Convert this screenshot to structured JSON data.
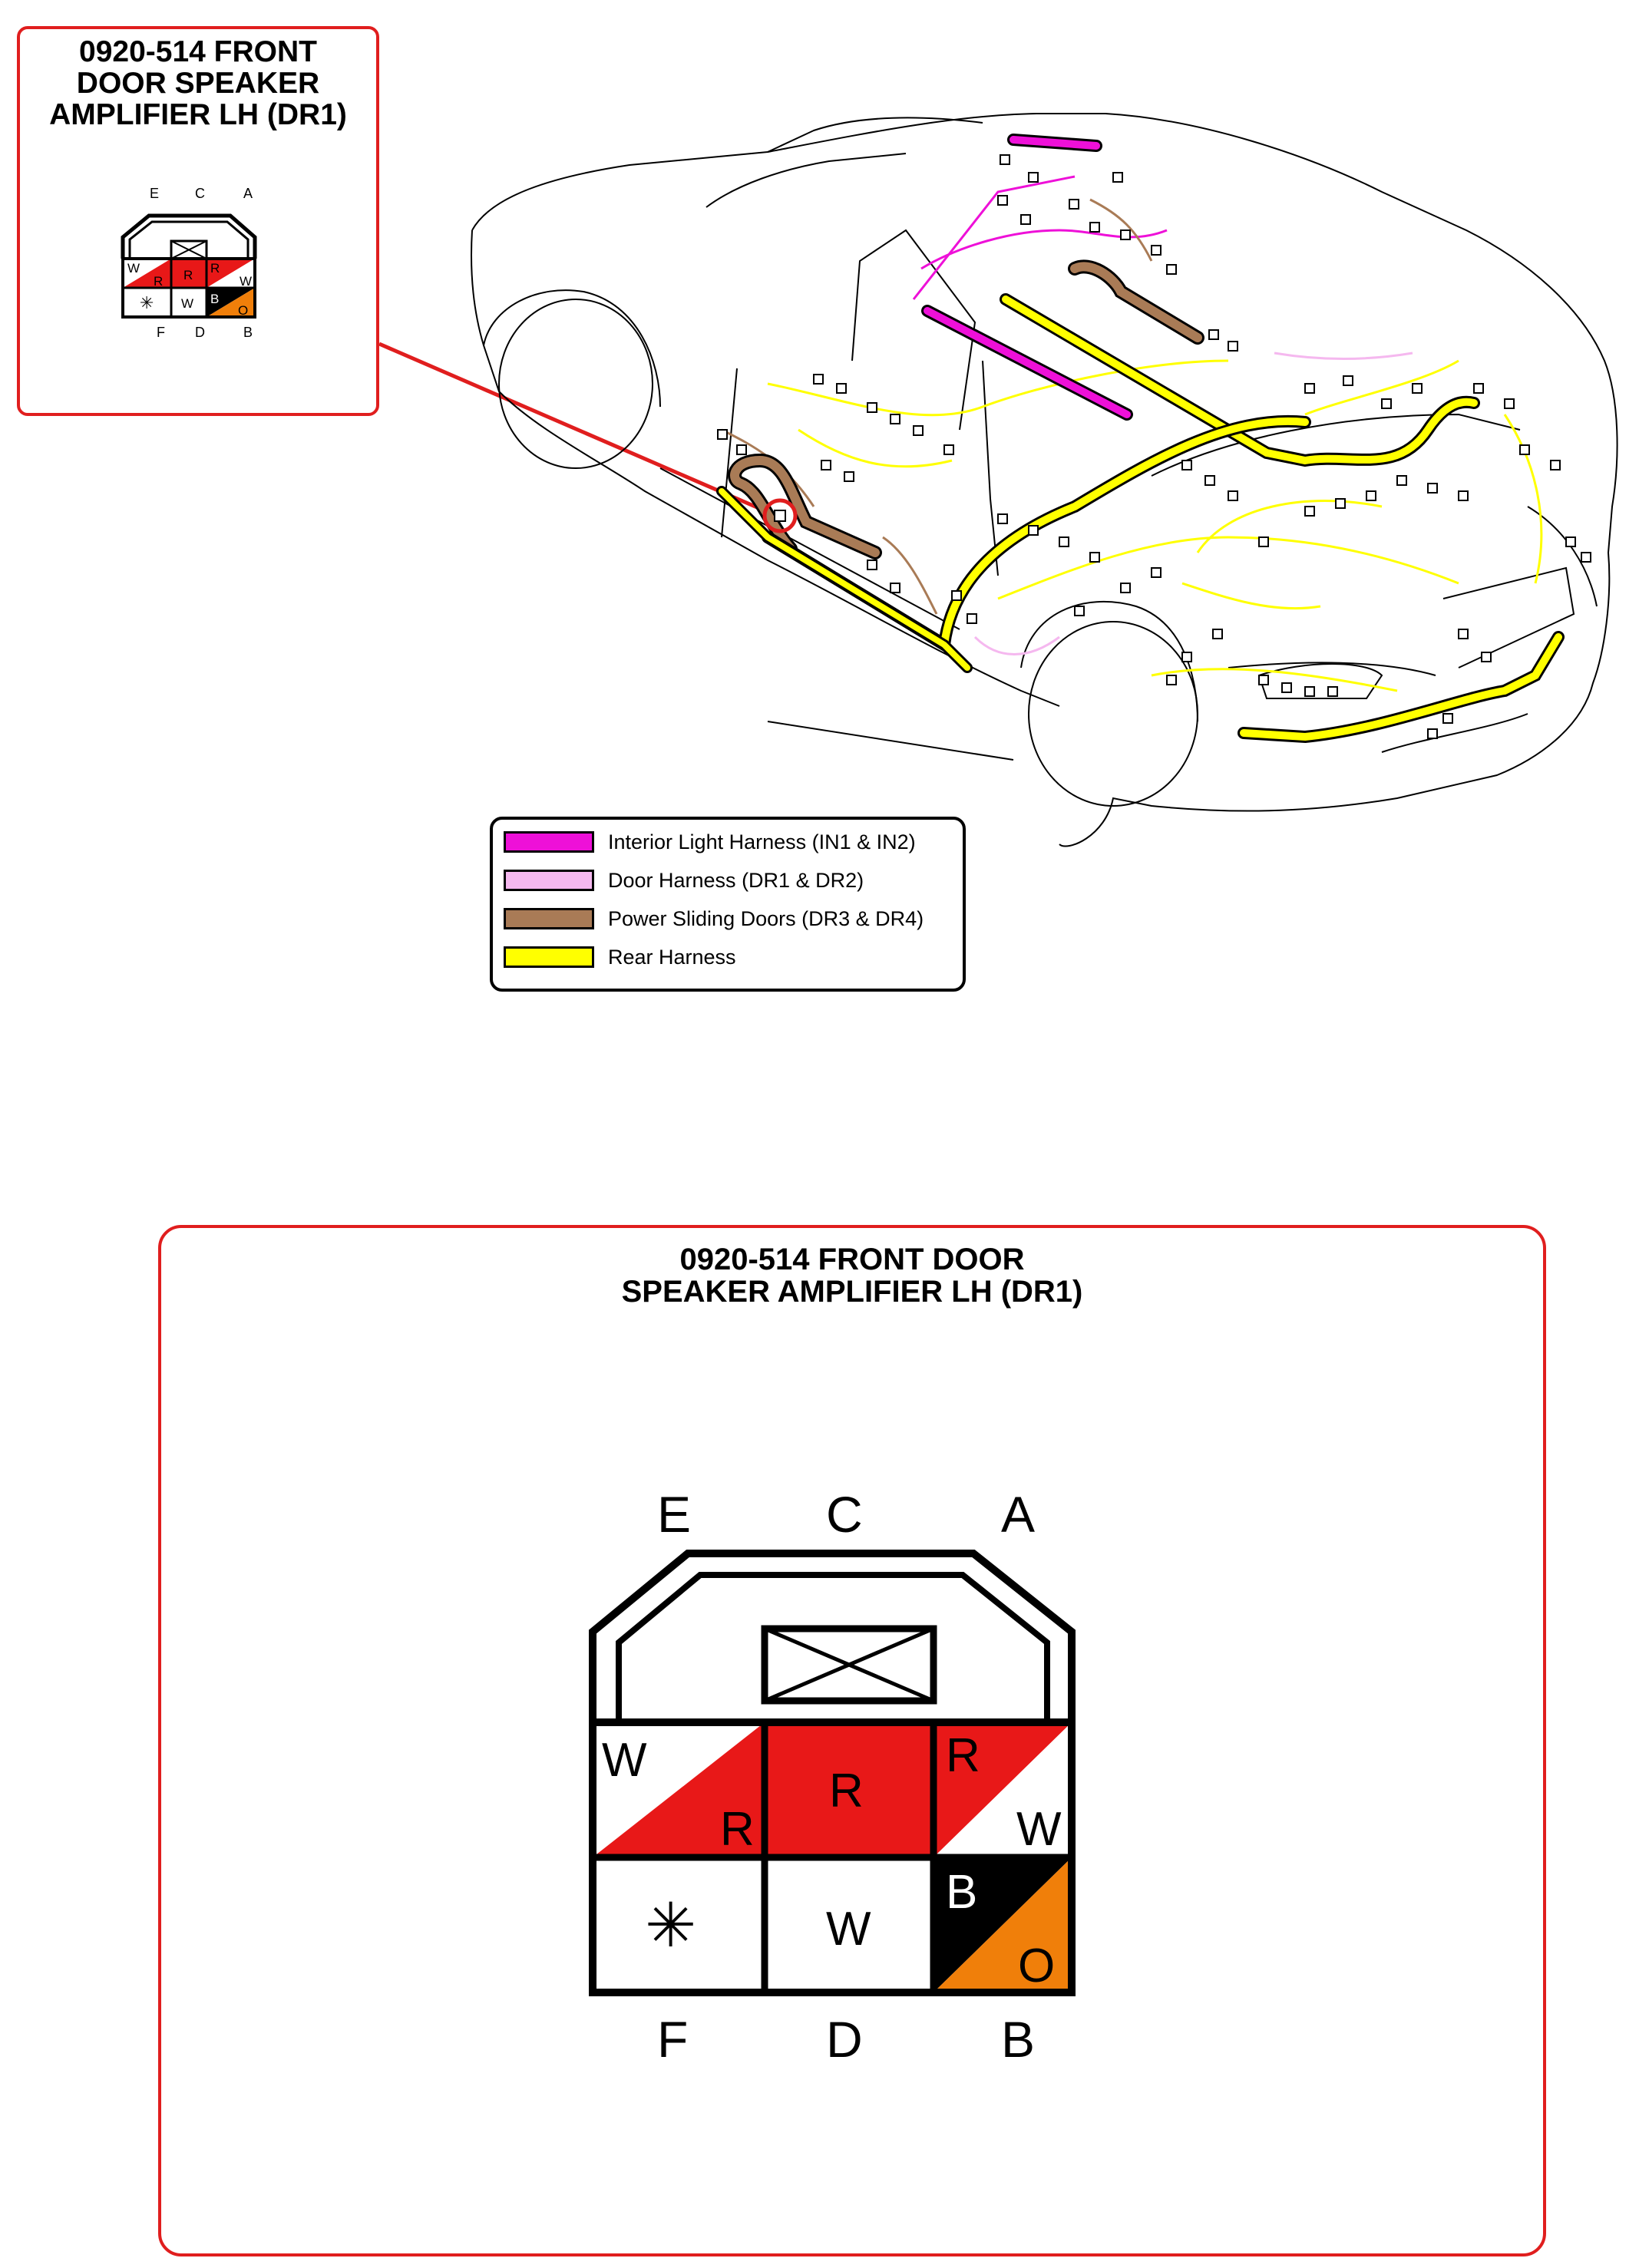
{
  "connector": {
    "title_small": [
      "0920-514 FRONT",
      "DOOR SPEAKER",
      "AMPLIFIER LH (DR1)"
    ],
    "title_large": [
      "0920-514 FRONT DOOR",
      "SPEAKER AMPLIFIER LH (DR1)"
    ],
    "top_positions": [
      "E",
      "C",
      "A"
    ],
    "bottom_positions": [
      "F",
      "D",
      "B"
    ],
    "pins": {
      "E": {
        "colors": [
          "W",
          "R"
        ],
        "fill": [
          "#ffffff",
          "#e81818"
        ]
      },
      "C": {
        "colors": [
          "R"
        ],
        "fill": [
          "#e81818"
        ]
      },
      "A": {
        "colors": [
          "R",
          "W"
        ],
        "fill": [
          "#e81818",
          "#ffffff"
        ]
      },
      "F": {
        "colors": [],
        "symbol": "✳",
        "note": "unused-pin"
      },
      "D": {
        "colors": [
          "W"
        ],
        "fill": [
          "#ffffff"
        ]
      },
      "B": {
        "colors": [
          "B",
          "O"
        ],
        "fill": [
          "#000000",
          "#f07f0a"
        ]
      }
    }
  },
  "legend": {
    "items": [
      {
        "label": "Interior Light Harness (IN1 & IN2)",
        "color": "#ee10d8"
      },
      {
        "label": "Door Harness (DR1 & DR2)",
        "color": "#f5b8ef"
      },
      {
        "label": "Power Sliding Doors (DR3 & DR4)",
        "color": "#a97b56"
      },
      {
        "label": "Rear Harness",
        "color": "#ffff00"
      }
    ]
  },
  "colors": {
    "callout_border": "#e01e1e",
    "highlight_circle": "#e01e1e"
  },
  "icons": [
    "vehicle-harness-illustration",
    "connector-face-icon",
    "unused-pin-asterisk-icon"
  ]
}
